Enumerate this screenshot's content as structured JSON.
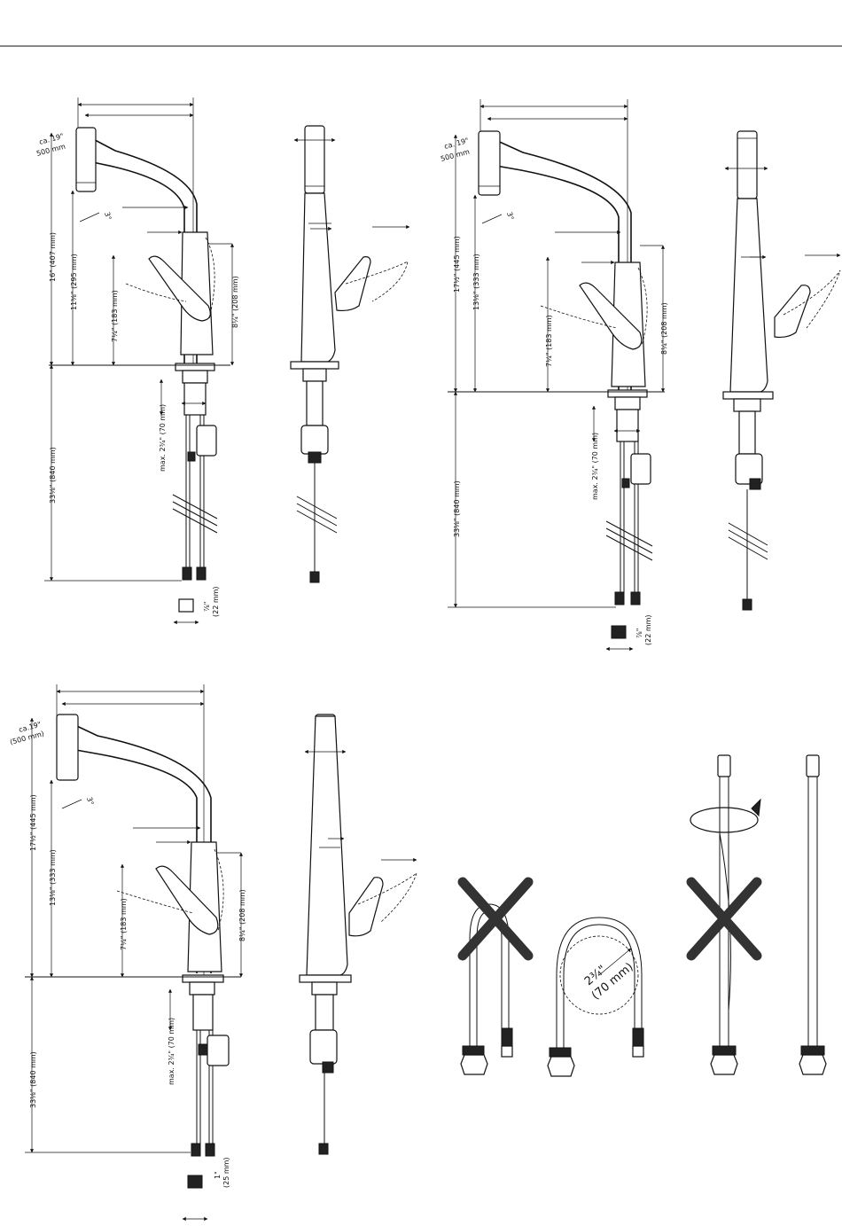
{
  "labels": {
    "d1": {
      "reach": "ca. 19\"",
      "reach_mm": "500 mm",
      "angle": "3°",
      "h_total": "16\" (407 mm)",
      "h_spout": "11⅝\" (295 mm)",
      "h_lever": "7¼\" (183 mm)",
      "h_body": "8¼\" (208 mm)",
      "hose": "33⅛\" (840 mm)",
      "max_deck": "max. 2¾\" (70 mm)",
      "nut": "⅞\"",
      "nut_mm": "(22 mm)"
    },
    "d2": {
      "reach": "ca. 19\"",
      "reach_mm": "500 mm",
      "angle": "3°",
      "h_total": "17½\" (445 mm)",
      "h_spout": "13⅛\" (333 mm)",
      "h_lever": "7¼\" (183 mm)",
      "h_body": "8¼\" (208 mm)",
      "hose": "33⅛\" (840 mm)",
      "max_deck": "max. 2¾\" (70 mm)",
      "nut": "⅞\"",
      "nut_mm": "(22 mm)"
    },
    "d3": {
      "reach": "ca.19\"",
      "reach_mm": "(500 mm)",
      "angle": "3°",
      "h_total": "17½\" (445 mm)",
      "h_spout": "13⅛\" (333 mm)",
      "h_lever": "7¼\" (183 mm)",
      "h_body": "8¼\" (208 mm)",
      "hose": "33⅛\" (840 mm)",
      "max_deck": "max. 2¾\" (70 mm)",
      "nut": "1\"",
      "nut_mm": "(25 mm)"
    },
    "bend": {
      "radius": "2¾\"",
      "radius_mm": "(70 mm)"
    }
  }
}
